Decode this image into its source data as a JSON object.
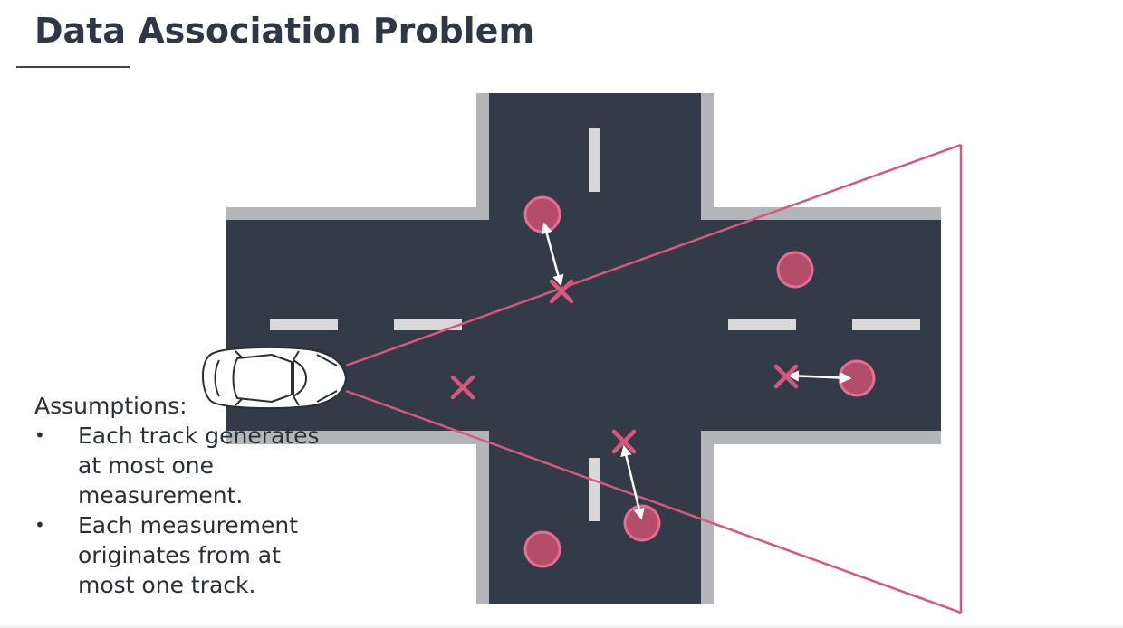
{
  "slide": {
    "title": "Data Association Problem"
  },
  "assumptions": {
    "heading": "Assumptions:",
    "items": [
      "Each track generates at most one measurement.",
      "Each measurement originates from at most one track."
    ]
  },
  "colors": {
    "road": "#343b48",
    "curb": "#b3b5b9",
    "lane_marking": "#d9d9d9",
    "accent": "#d9577f",
    "track_fill": "#b44d6a",
    "text": "#2f3746"
  },
  "icons": {
    "vehicle": "car-icon",
    "track": "track-circle-icon",
    "measurement": "measurement-cross-icon",
    "association": "double-arrow-icon"
  }
}
